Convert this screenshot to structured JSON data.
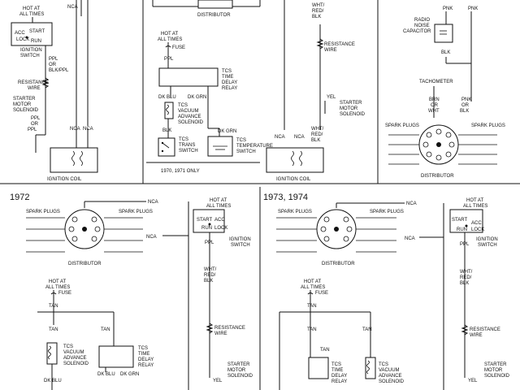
{
  "sections": {
    "s1972": "1972",
    "s1973": "1973, 1974"
  },
  "labels": {
    "nca": "NCA",
    "hot_at": "HOT AT",
    "all_times": "ALL TIMES",
    "acc": "ACC",
    "start": "START",
    "lock": "LOCK",
    "run": "RUN",
    "ignition": "IGNITION",
    "switch": "SWITCH",
    "ppl": "PPL",
    "or": "OR",
    "blk_ppl": "BLK/PPL",
    "resistance": "RESISTANCE",
    "wire": "WIRE",
    "starter": "STARTER",
    "motor": "MOTOR",
    "solenoid": "SOLENOID",
    "ignition_coil": "IGNITION COIL",
    "distributor": "DISTRIBUTOR",
    "fuse": "FUSE",
    "tcs": "TCS",
    "time": "TIME",
    "delay": "DELAY",
    "relay": "RELAY",
    "dk_blu": "DK BLU",
    "dk_grn": "DK GRN",
    "vacuum": "VACUUM",
    "advance": "ADVANCE",
    "blk": "BLK",
    "trans": "TRANS",
    "temperature": "TEMPERATURE",
    "years_1970_1971": "1970, 1971 ONLY",
    "wht": "WHT/",
    "red": "RED/",
    "blk_slash": "BLK",
    "yel": "YEL",
    "radio": "RADIO",
    "noise": "NOISE",
    "capacitor": "CAPACITOR",
    "pnk": "PNK",
    "tachometer": "TACHOMETER",
    "brn": "BRN",
    "wht_plain": "WHT",
    "spark_plugs": "SPARK PLUGS",
    "tan": "TAN"
  }
}
